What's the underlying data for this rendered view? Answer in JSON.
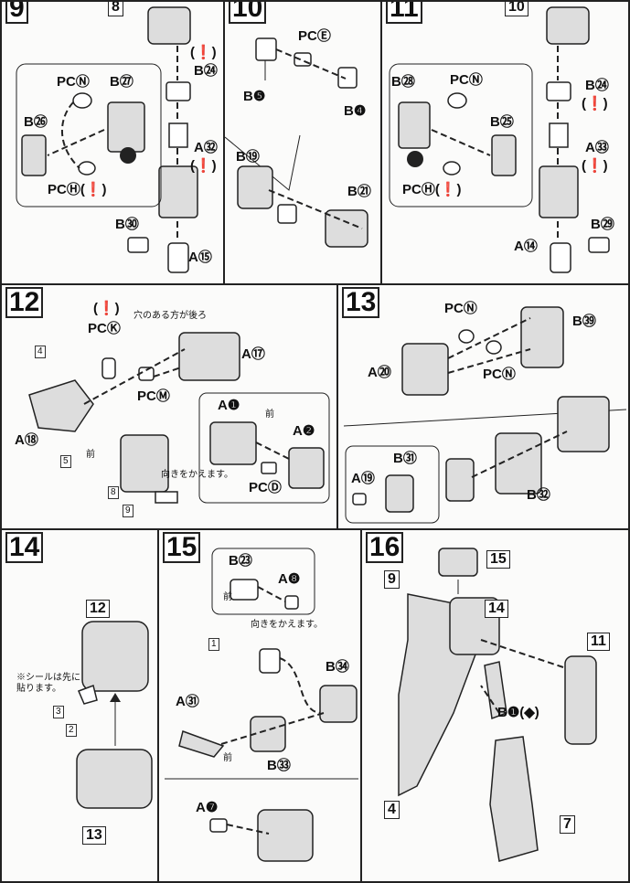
{
  "steps": {
    "s9": {
      "num": "9",
      "ref": "8",
      "labels": [
        "PCⓃ",
        "B㉗",
        "B㉖",
        "PCⒽ(❗)",
        "B㉔",
        "(❗)",
        "A㉜",
        "(❗)",
        "B㉚",
        "A⑮"
      ]
    },
    "s10": {
      "num": "10",
      "labels": [
        "PCⒺ",
        "B❺",
        "B❹",
        "B⑲",
        "B㉑"
      ]
    },
    "s11": {
      "num": "11",
      "ref": "10",
      "labels": [
        "PCⓃ",
        "B㉘",
        "B㉕",
        "PCⒽ(❗)",
        "B㉔",
        "(❗)",
        "A㉝",
        "(❗)",
        "B㉙",
        "A⑭"
      ]
    },
    "s12": {
      "num": "12",
      "labels": [
        "(❗)",
        "PCⓀ",
        "A⑰",
        "PCⓂ",
        "A⑱",
        "A❶",
        "A❷",
        "PCⒹ",
        "前",
        "前"
      ],
      "note_hole": "穴のある方が後ろ",
      "note_dir": "向きをかえます。",
      "stickers": [
        "4",
        "5",
        "8",
        "9"
      ]
    },
    "s13": {
      "num": "13",
      "labels": [
        "PCⓃ",
        "B㊴",
        "A⑳",
        "PCⓃ",
        "B㉛",
        "A⑲",
        "B㉜"
      ]
    },
    "s14": {
      "num": "14",
      "refs": [
        "12",
        "13"
      ],
      "note": "※シールは先に貼ります。",
      "stickers": [
        "3",
        "2"
      ]
    },
    "s15": {
      "num": "15",
      "labels": [
        "B㉓",
        "A❽",
        "前",
        "向きをかえます。",
        "B㉞",
        "A㉛",
        "B㉝",
        "前",
        "A❼"
      ],
      "stickers": [
        "1"
      ]
    },
    "s16": {
      "num": "16",
      "refs": [
        "15",
        "9",
        "14",
        "11",
        "4",
        "7"
      ],
      "labels": [
        "B❶(◆)"
      ]
    }
  }
}
